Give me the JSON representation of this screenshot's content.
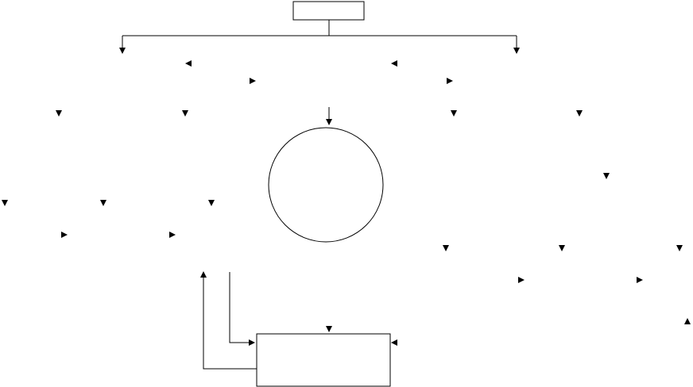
{
  "diagram": {
    "stroke_color": "#000000",
    "background_color": "#ffffff",
    "nodes": [
      {
        "id": "top-box",
        "shape": "rectangle",
        "label": ""
      },
      {
        "id": "center-circle",
        "shape": "circle",
        "label": ""
      },
      {
        "id": "bottom-box",
        "shape": "rectangle",
        "label": ""
      }
    ],
    "arrow_glyph_names": [
      "arrow-down-icon",
      "arrow-left-icon",
      "arrow-right-icon",
      "arrow-up-icon"
    ]
  }
}
